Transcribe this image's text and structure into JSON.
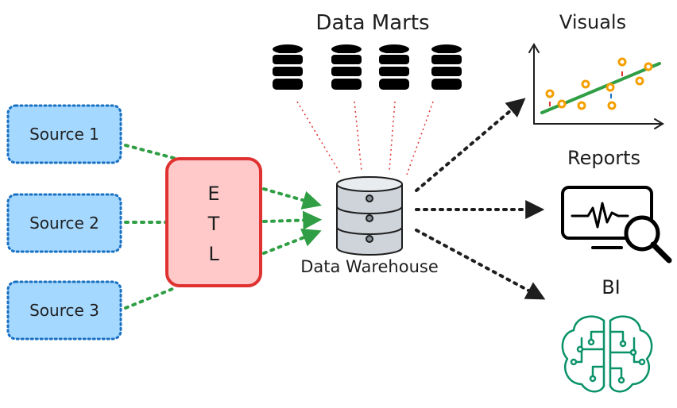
{
  "sources": [
    {
      "label": "Source 1"
    },
    {
      "label": "Source 2"
    },
    {
      "label": "Source 3"
    }
  ],
  "etl": {
    "letters": [
      "E",
      "T",
      "L"
    ]
  },
  "warehouse": {
    "label": "Data Warehouse"
  },
  "marts": {
    "title": "Data Marts",
    "count": 4
  },
  "outputs": {
    "visuals": "Visuals",
    "reports": "Reports",
    "bi": "BI"
  },
  "colors": {
    "source_fill": "#a5d8ff",
    "source_stroke": "#1971c2",
    "etl_fill": "#ffc9c9",
    "etl_stroke": "#e03131",
    "arrow_green": "#2f9e44",
    "arrow_dark": "#1e1e1e",
    "mart_line": "#e03131",
    "db_fill": "#ced4da",
    "scatter_point": "#f59f00",
    "scatter_alt_point": "#1971c2",
    "scatter_line": "#2f9e44",
    "brain": "#099268"
  },
  "icons": {
    "marts": "database-icon",
    "warehouse": "database-icon",
    "visuals": "scatter-chart-icon",
    "reports": "monitor-search-icon",
    "bi": "brain-circuit-icon"
  }
}
